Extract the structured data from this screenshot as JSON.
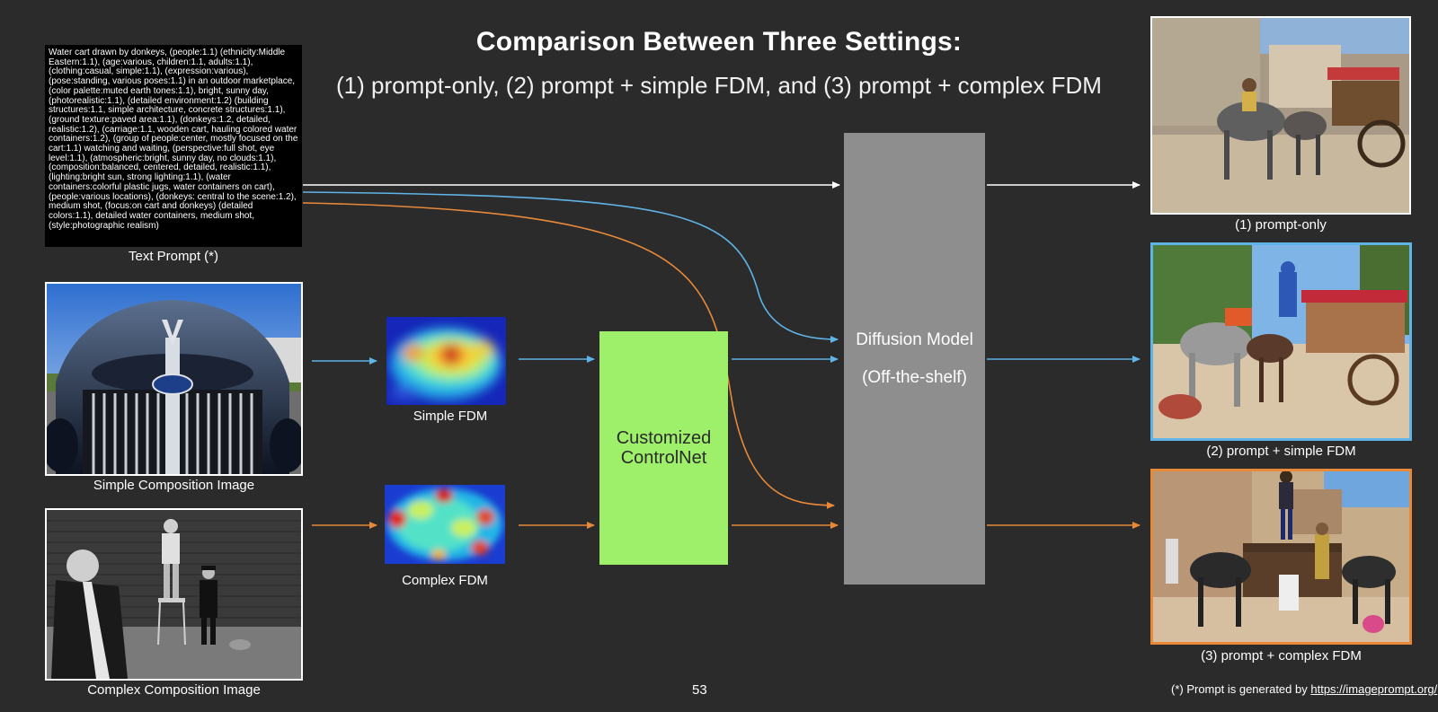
{
  "slide": {
    "title": "Comparison Between Three Settings:",
    "subtitle": "(1) prompt-only, (2) prompt + simple FDM, and (3) prompt + complex FDM",
    "page_number": "53",
    "footnote_prefix": "(*) Prompt is generated by ",
    "footnote_link": "https://imageprompt.org/"
  },
  "inputs": {
    "prompt_text": "Water cart drawn by donkeys,  (people:1.1) (ethnicity:Middle Eastern:1.1), (age:various, children:1.1, adults:1.1), (clothing:casual, simple:1.1), (expression:various), (pose:standing, various poses:1.1)  in an outdoor marketplace, (color palette:muted earth tones:1.1),  bright, sunny day, (photorealistic:1.1), (detailed environment:1.2)  (building structures:1.1, simple architecture, concrete structures:1.1),  (ground texture:paved area:1.1),  (donkeys:1.2, detailed, realistic:1.2), (carriage:1.1, wooden cart, hauling colored water containers:1.2), (group of people:center, mostly focused on the cart:1.1) watching and waiting, (perspective:full shot, eye level:1.1),  (atmospheric:bright, sunny day, no clouds:1.1),  (composition:balanced, centered, detailed, realistic:1.1),  (lighting:bright sun, strong lighting:1.1),  (water containers:colorful plastic jugs, water containers on cart), (people:various locations),  (donkeys: central to the scene:1.2), medium shot, (focus:on cart and donkeys)  (detailed colors:1.1),  detailed water containers, medium shot, (style:photographic realism)",
    "prompt_caption": "Text Prompt (*)",
    "simple_image_caption": "Simple Composition Image",
    "complex_image_caption": "Complex Composition Image"
  },
  "fdm": {
    "simple_caption": "Simple FDM",
    "complex_caption": "Complex FDM"
  },
  "models": {
    "controlnet_line1": "Customized",
    "controlnet_line2": "ControlNet",
    "diffusion_line1": "Diffusion Model",
    "diffusion_line2": "(Off-the-shelf)"
  },
  "outputs": {
    "out1_caption": "(1) prompt-only",
    "out2_caption": "(2) prompt + simple FDM",
    "out3_caption": "(3) prompt + complex FDM"
  },
  "colors": {
    "background": "#2b2b2b",
    "arrow_white": "#ffffff",
    "arrow_blue": "#5fb3e6",
    "arrow_orange": "#e8893a",
    "controlnet_fill": "#9ef06a",
    "diffusion_fill": "#8e8e8e"
  }
}
